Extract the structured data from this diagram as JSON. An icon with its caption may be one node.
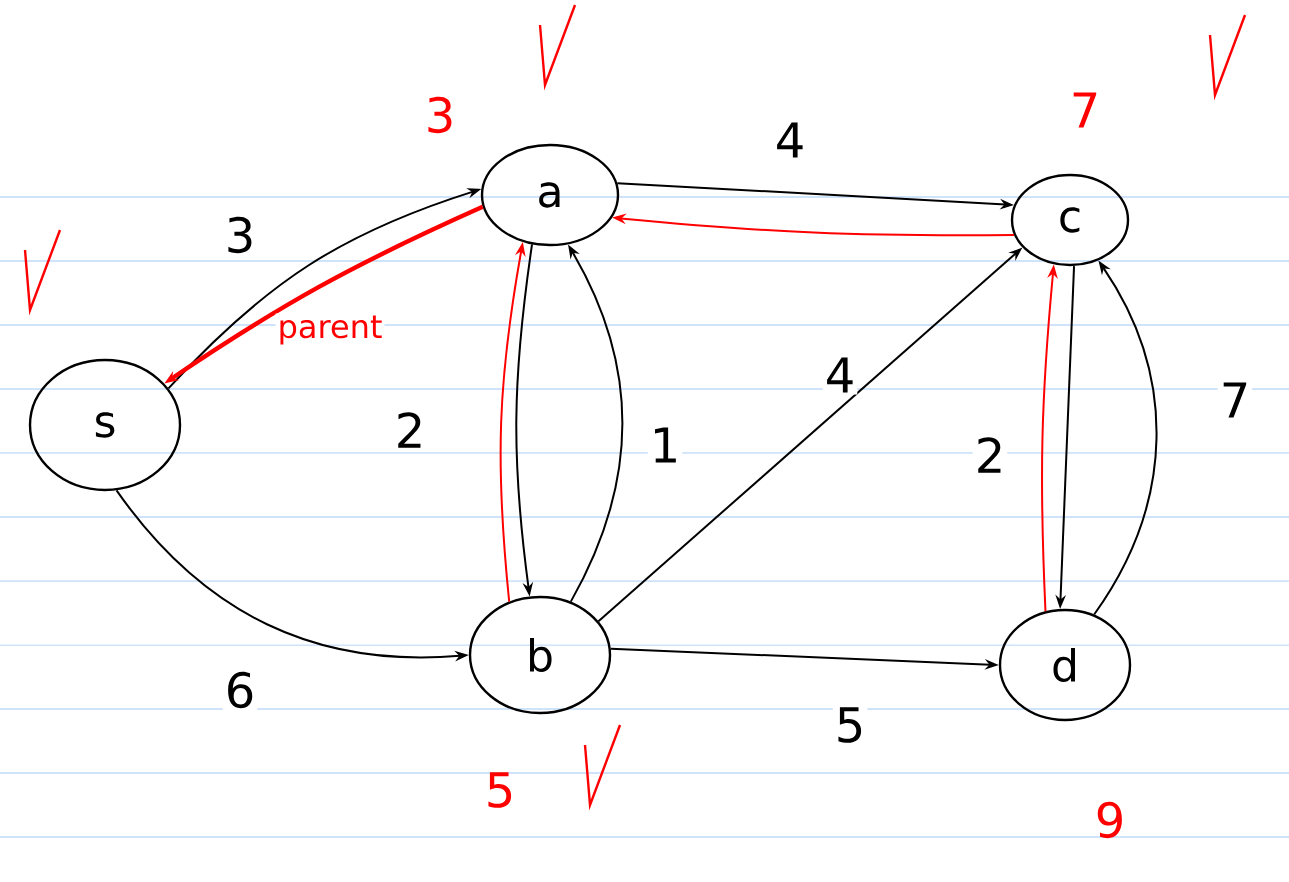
{
  "diagram": {
    "nodes": [
      {
        "text": [
          "s"
        ]
      },
      {
        "text": [
          "a"
        ],
        "beside": [
          "3"
        ]
      },
      {
        "text": [
          "b"
        ],
        "beside": [
          "5"
        ]
      },
      {
        "text": [
          "c"
        ],
        "beside": [
          "7"
        ]
      },
      {
        "text": [
          "d"
        ],
        "beside": [
          "9"
        ]
      }
    ],
    "edges": [
      {
        "from": 0,
        "to": 1,
        "arrow": "to",
        "label": "3"
      },
      {
        "from": 1,
        "to": 0,
        "arrow": "to",
        "label": "parent",
        "style": "thick",
        "color": "#ff0000"
      },
      {
        "from": 0,
        "to": 2,
        "arrow": "to",
        "label": "6"
      },
      {
        "from": 1,
        "to": 3,
        "arrow": "to",
        "label": "4"
      },
      {
        "from": 3,
        "to": 1,
        "arrow": "to",
        "color": "#ff0000"
      },
      {
        "from": 1,
        "to": 2,
        "arrow": "to",
        "label": "2"
      },
      {
        "from": 2,
        "to": 1,
        "arrow": "to",
        "color": "#ff0000"
      },
      {
        "from": 2,
        "to": 1,
        "arrow": "to",
        "label": "1"
      },
      {
        "from": 2,
        "to": 3,
        "arrow": "to",
        "label": "4"
      },
      {
        "from": 2,
        "to": 4,
        "arrow": "to",
        "label": "5"
      },
      {
        "from": 3,
        "to": 4,
        "arrow": "to",
        "label": "2"
      },
      {
        "from": 4,
        "to": 3,
        "arrow": "to",
        "color": "#ff0000"
      },
      {
        "from": 4,
        "to": 3,
        "arrow": "to",
        "label": "7"
      }
    ]
  }
}
